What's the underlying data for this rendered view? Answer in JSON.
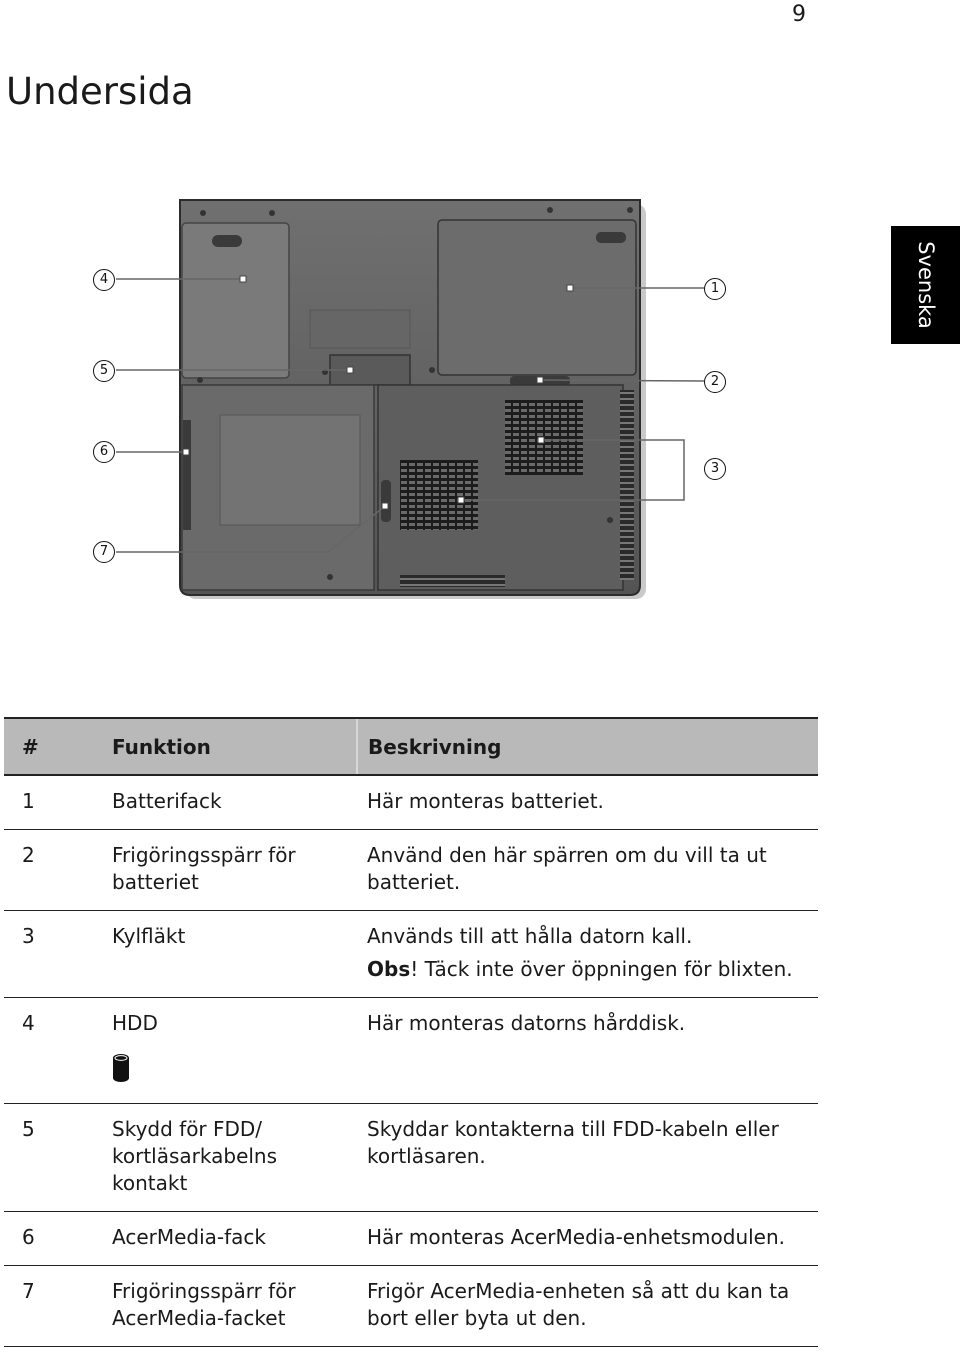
{
  "page_number": "9",
  "title": "Undersida",
  "language_tab": "Svenska",
  "figure": {
    "callouts": [
      "1",
      "2",
      "3",
      "4",
      "5",
      "6",
      "7"
    ]
  },
  "table": {
    "headers": {
      "num": "#",
      "function": "Funktion",
      "description": "Beskrivning"
    },
    "rows": [
      {
        "num": "1",
        "function": "Batterifack",
        "description": "Här monteras batteriet."
      },
      {
        "num": "2",
        "function": "Frigöringsspärr för batteriet",
        "description": "Använd den här spärren om du vill ta ut batteriet."
      },
      {
        "num": "3",
        "function": "Kylfläkt",
        "description": "Används till att hålla datorn kall.",
        "note_label": "Obs",
        "note_text": "! Täck inte över öppningen för blixten."
      },
      {
        "num": "4",
        "function": "HDD",
        "description": "Här monteras datorns hårddisk.",
        "icon": "hdd-icon"
      },
      {
        "num": "5",
        "function": "Skydd för FDD/ kortläsarkabelns kontakt",
        "description": "Skyddar kontakterna till FDD-kabeln eller kortläsaren."
      },
      {
        "num": "6",
        "function": "AcerMedia-fack",
        "description": "Här monteras AcerMedia-enhetsmodulen."
      },
      {
        "num": "7",
        "function": "Frigöringsspärr för AcerMedia-facket",
        "description": "Frigör AcerMedia-enheten så att du kan ta bort eller byta ut den."
      }
    ]
  }
}
